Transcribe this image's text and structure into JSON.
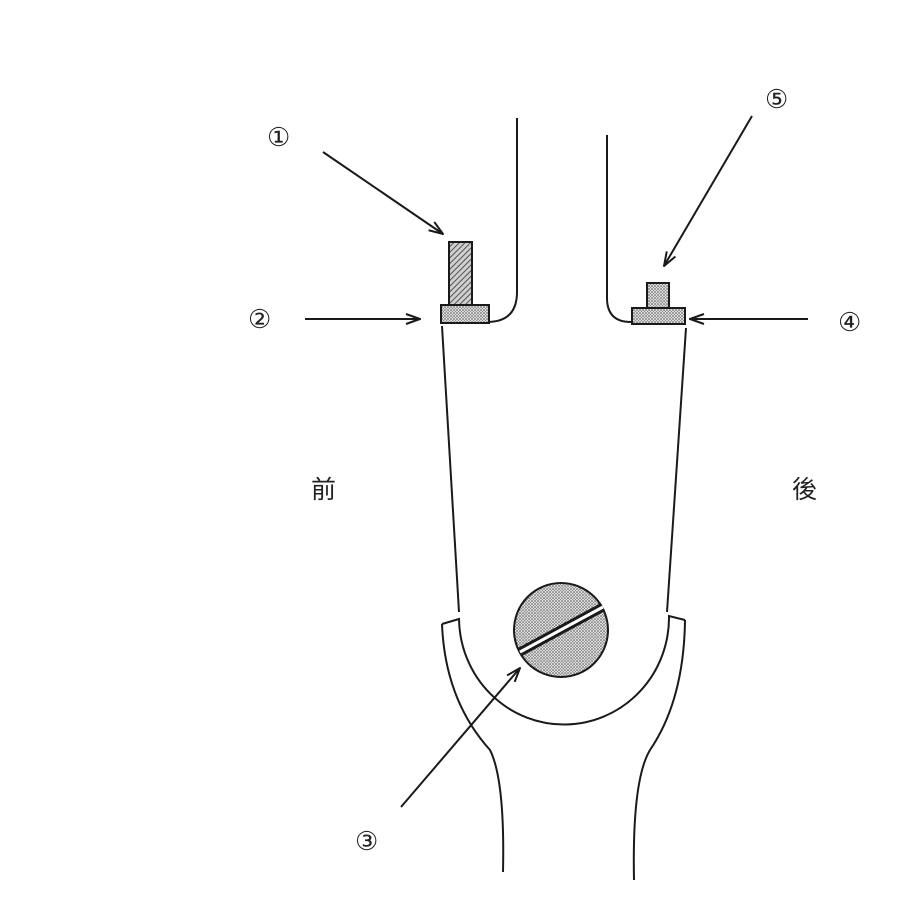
{
  "colors": {
    "ink": "#1a1a1a",
    "dot_fill": "#d2d2d2",
    "hatch_fill": "#a8a8a8",
    "background": "#ffffff"
  },
  "callouts": {
    "c1": "①",
    "c2": "②",
    "c3": "③",
    "c4": "④",
    "c5": "⑤"
  },
  "sides": {
    "front": "前",
    "rear": "後"
  },
  "icons": {
    "front_bolt": "hex-bolt-icon",
    "rear_bolt": "short-bolt-icon",
    "pivot": "slotted-screw-icon"
  }
}
